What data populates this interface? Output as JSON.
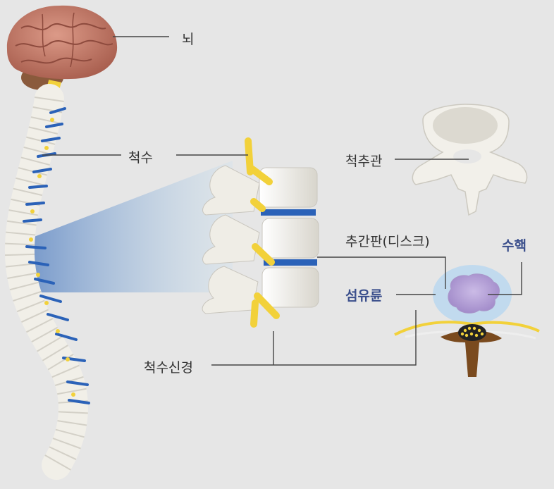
{
  "labels": {
    "brain": "뇌",
    "spinal_cord": "척수",
    "spinal_canal": "척추관",
    "disc": "추간판(디스크)",
    "nucleus": "수핵",
    "annulus": "섬유륜",
    "spinal_nerve": "척수신경"
  },
  "colors": {
    "background": "#e6e6e6",
    "bone": "#f4f2ec",
    "bone_shadow": "#c9c6be",
    "brain": "#c67f6e",
    "spinal_cord": "#f2d13a",
    "disc": "#2b62b8",
    "nucleus": "#b9a6d8",
    "annulus": "#bcd8ee",
    "cord_tissue": "#7a4a1e",
    "label_text": "#333333",
    "label_accent": "#3b4f8c"
  },
  "icons": {
    "brain": "brain-icon",
    "spine": "spine-icon",
    "vertebra_top_view": "vertebra-top-view-icon",
    "cross_section": "spinal-cross-section-icon"
  }
}
